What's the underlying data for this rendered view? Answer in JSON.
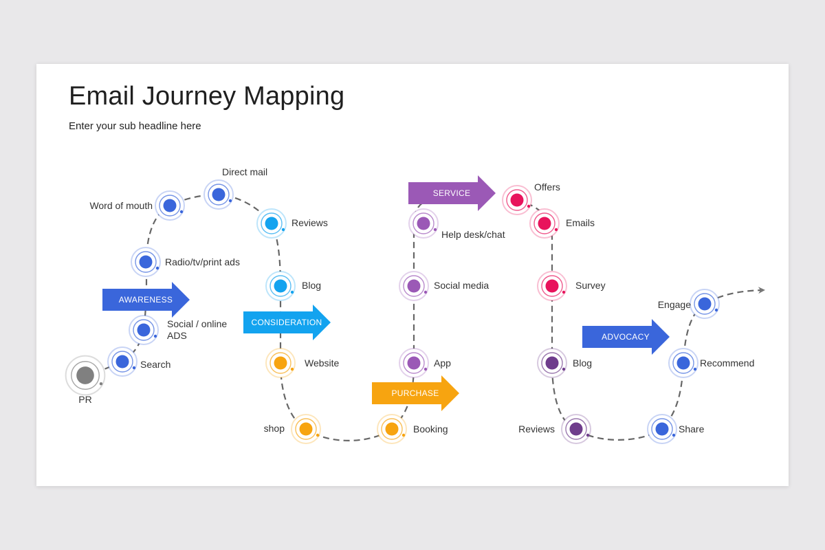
{
  "header": {
    "title": "Email Journey Mapping",
    "subtitle": "Enter your sub headline here"
  },
  "colors": {
    "gray": "#808080",
    "blue": "#3a66db",
    "cyan": "#13a3ef",
    "orange": "#f7a410",
    "purple": "#9b59b6",
    "magenta": "#e8145c",
    "dark_purple": "#6f3d8c",
    "path": "#555555"
  },
  "stages": {
    "awareness": "AWARENESS",
    "consideration": "CONSIDERATION",
    "purchase": "PURCHASE",
    "service": "SERVICE",
    "advocacy": "ADVOCACY"
  },
  "touchpoints": {
    "pr": "PR",
    "search": "Search",
    "social_online_ads_1": "Social / online",
    "social_online_ads_2": "ADS",
    "radio_tv_print": "Radio/tv/print ads",
    "word_of_mouth": "Word of mouth",
    "direct_mail": "Direct mail",
    "reviews_1": "Reviews",
    "blog_1": "Blog",
    "website": "Website",
    "shop": "shop",
    "booking": "Booking",
    "app": "App",
    "social_media": "Social media",
    "help_desk": "Help desk/chat",
    "offers": "Offers",
    "emails": "Emails",
    "survey": "Survey",
    "blog_2": "Blog",
    "reviews_2": "Reviews",
    "share": "Share",
    "recommend": "Recommend",
    "engage": "Engage"
  }
}
